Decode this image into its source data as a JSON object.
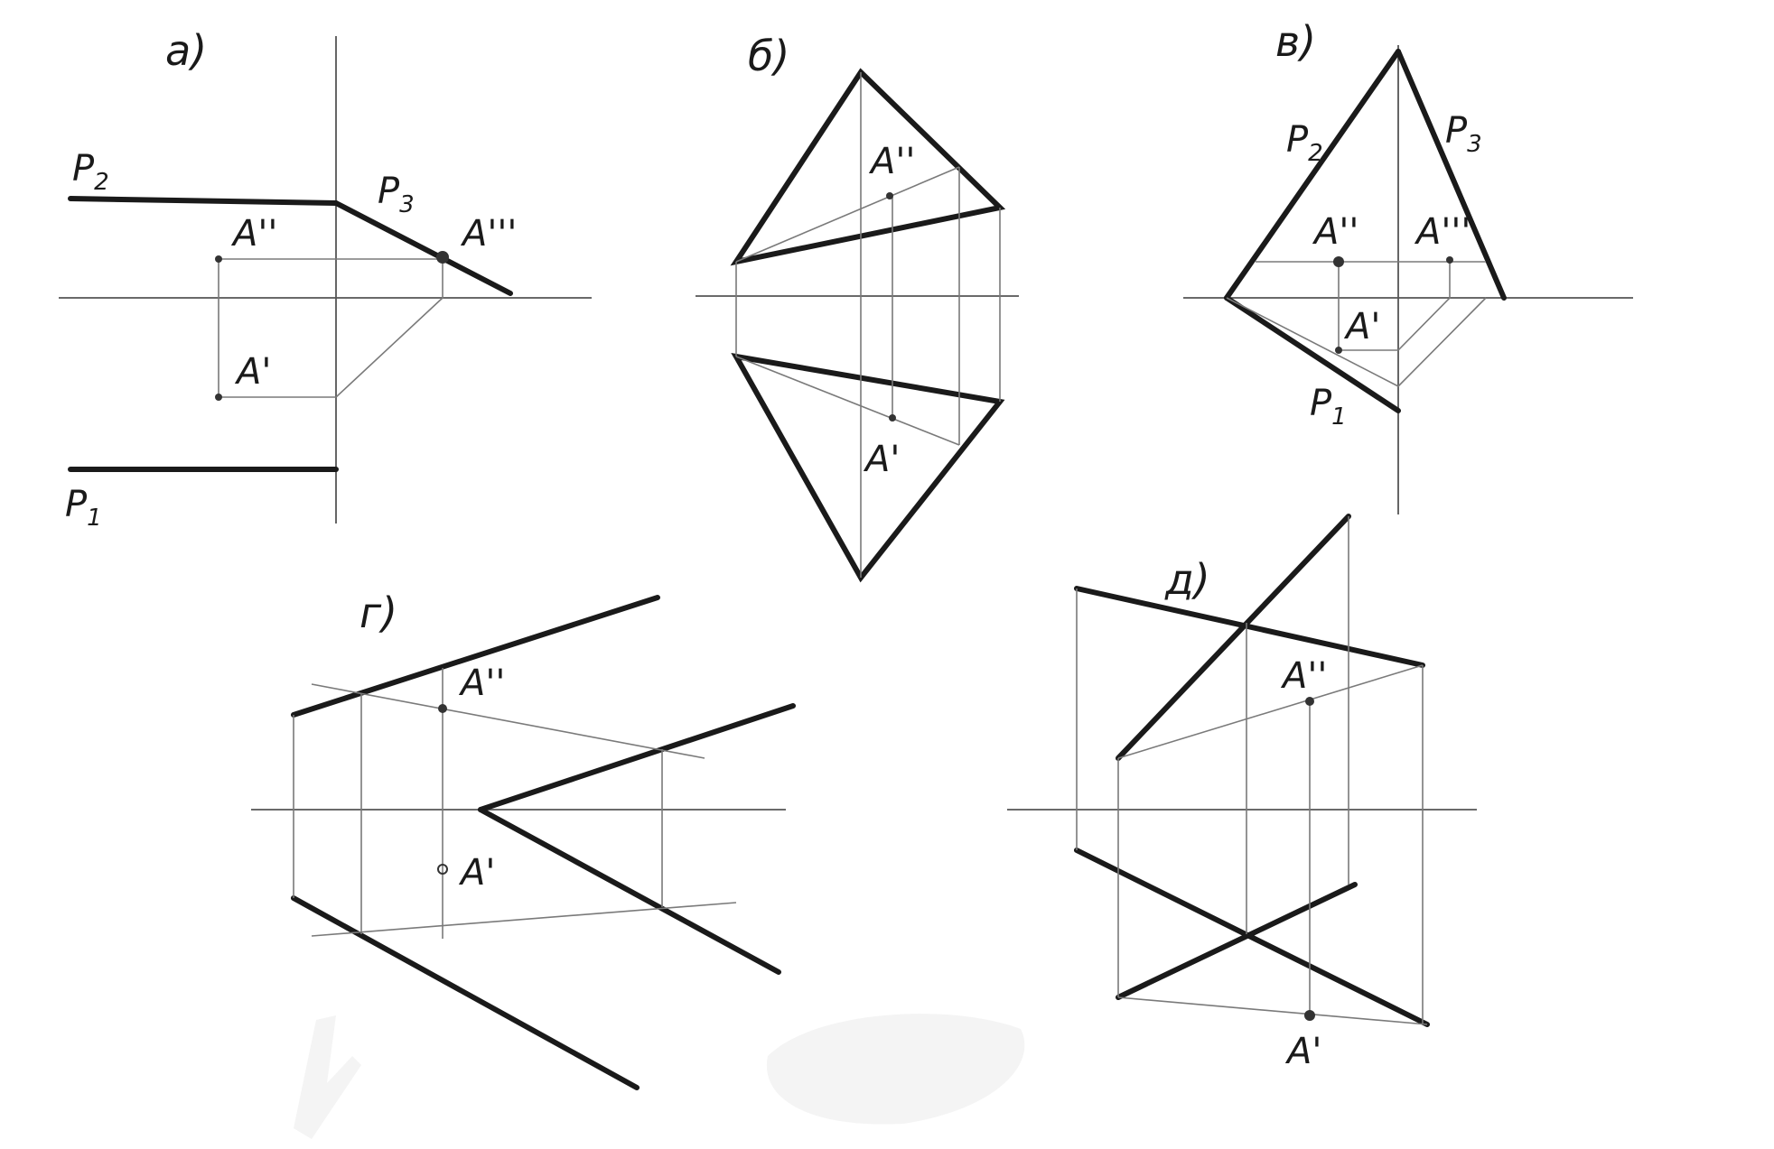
{
  "colors": {
    "ink": "#1a1a1a",
    "construction": "#7a7a7a",
    "paper": "#ffffff"
  },
  "panels": {
    "a": {
      "title": "a)",
      "labels": {
        "p2": "P",
        "p2_sub": "2",
        "p3": "P",
        "p3_sub": "3",
        "p1": "P",
        "p1_sub": "1",
        "a2": "A''",
        "a3": "A'''",
        "a1": "A'"
      }
    },
    "b": {
      "title": "б)",
      "labels": {
        "a2": "A''",
        "a1": "A'"
      }
    },
    "v": {
      "title": "в)",
      "labels": {
        "p2": "P",
        "p2_sub": "2",
        "p3": "P",
        "p3_sub": "3",
        "p1": "P",
        "p1_sub": "1",
        "a2": "A''",
        "a3": "A'''",
        "a1": "A'"
      }
    },
    "g": {
      "title": "г)",
      "labels": {
        "a2": "A''",
        "a1": "A'"
      }
    },
    "d": {
      "title": "д)",
      "labels": {
        "a2": "A''",
        "a1": "A'"
      }
    }
  }
}
